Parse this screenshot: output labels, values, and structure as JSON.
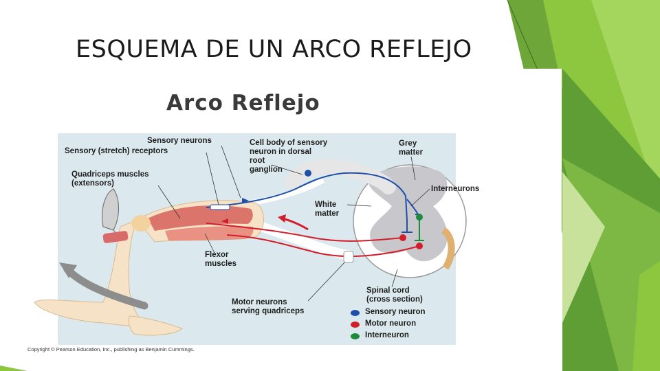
{
  "slide": {
    "title": "ESQUEMA DE UN ARCO REFLEJO"
  },
  "figure": {
    "title": "Arco Reflejo",
    "labels": {
      "sensory_neurons": "Sensory neurons",
      "sensory_receptors": "Sensory (stretch) receptors",
      "cell_body": "Cell body of sensory\nneuron in dorsal\nroot\nganglion",
      "grey_matter": "Grey\nmatter",
      "quadriceps": "Quadriceps muscles\n(extensors)",
      "interneurons": "Interneurons",
      "white_matter": "White\nmatter",
      "flexor": "Flexor\nmuscles",
      "spinal_cord": "Spinal cord\n(cross section)",
      "motor_neurons": "Motor neurons\nserving quadriceps"
    },
    "legend": [
      {
        "label": "Sensory neuron",
        "color": "#1f4fa8"
      },
      {
        "label": "Motor neuron",
        "color": "#d21e2a"
      },
      {
        "label": "Interneuron",
        "color": "#1e8a3c"
      }
    ],
    "copyright": "Copyright © Pearson Education, Inc., publishing as Benjamin Cummings."
  }
}
